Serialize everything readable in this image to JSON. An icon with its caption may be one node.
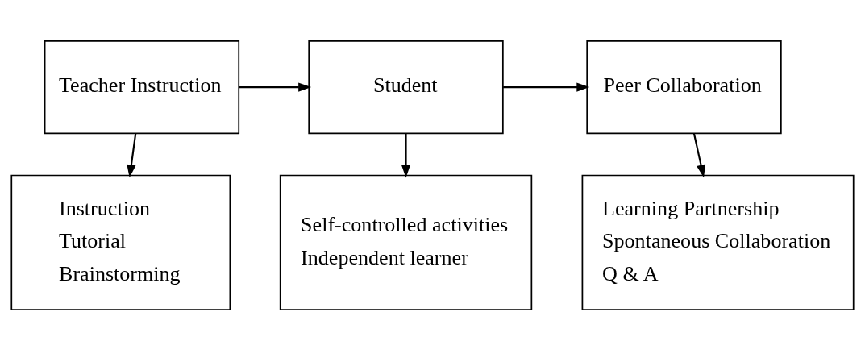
{
  "diagram": {
    "nodes": [
      {
        "text": [
          "Teacher Instruction"
        ]
      },
      {
        "text": [
          "Student"
        ]
      },
      {
        "text": [
          "Peer Collaboration"
        ]
      },
      {
        "text": [
          "Instruction",
          "Tutorial",
          "Brainstorming"
        ]
      },
      {
        "text": [
          "Self-controlled activities",
          "Independent learner"
        ]
      },
      {
        "text": [
          "Learning Partnership",
          "Spontaneous Collaboration",
          "Q & A"
        ]
      }
    ],
    "edges": [
      {
        "from": 0,
        "to": 1,
        "arrow": "to"
      },
      {
        "from": 1,
        "to": 2,
        "arrow": "to"
      },
      {
        "from": 0,
        "to": 3,
        "arrow": "to"
      },
      {
        "from": 1,
        "to": 4,
        "arrow": "to"
      },
      {
        "from": 2,
        "to": 5,
        "arrow": "to"
      }
    ]
  }
}
